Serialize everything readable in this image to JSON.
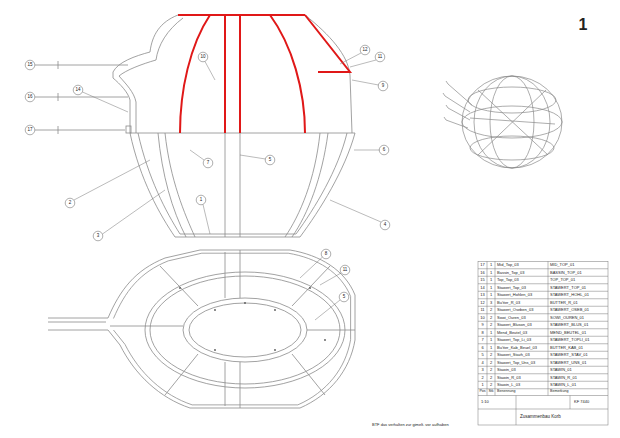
{
  "diagram": {
    "labels": [
      "1",
      "15",
      "16",
      "17",
      "14",
      "2",
      "3",
      "10",
      "12",
      "11",
      "9",
      "7",
      "5",
      "1",
      "6",
      "4",
      "8",
      "11",
      "5",
      "17",
      "1",
      "Mid_Top_03",
      "MID_TOP_01",
      "16",
      "1",
      "Bassin_Top_03",
      "BASSIN_TOP_01",
      "15",
      "1",
      "Top_Top_03",
      "TOP_TOP_01",
      "14",
      "1",
      "Stawert_Top_03",
      "STAWERT_TOP_01",
      "13",
      "1",
      "Stawert_Hohlen_03",
      "STAWERT_HOHL_01",
      "12",
      "3",
      "Bu'tter_R_03",
      "BUTTER_R_01",
      "11",
      "2",
      "Stawert_Oseben_03",
      "STAWERT_OSEB_01",
      "10",
      "2",
      "Sowi_Ouren_03",
      "SOWI_OUREN_01",
      "9",
      "2",
      "Stawert_Bluson_03",
      "STAWERT_BLUS_01",
      "8",
      "1",
      "Mend_Beutel_03",
      "MEND_BEUTEL_01",
      "7",
      "1",
      "Stawert_Top_Li_03",
      "STAWERT_TOPLI_01",
      "6",
      "1",
      "Bu'tter_Kab_Beuel_03",
      "BUTTER_KAB_01",
      "5",
      "2",
      "Stawert_Stavh_03",
      "STAWERT_STAV_01",
      "4",
      "2",
      "Stawert_Top_Uns_03",
      "STAWERT_UNS_01",
      "3",
      "2",
      "Stawin_03",
      "STAWIN_01",
      "2",
      "2",
      "Stawin_R_03",
      "STAWIN_R_01",
      "1",
      "2",
      "Stawin_L_03",
      "STAWIN_L_01",
      "Pos",
      "Stk",
      "Benennung",
      "Bemerkung",
      "1:10",
      "Zusammenbau Korb",
      "KF 7440",
      "BTF das verhalten zur gimelt. vor aufhaben"
    ]
  }
}
